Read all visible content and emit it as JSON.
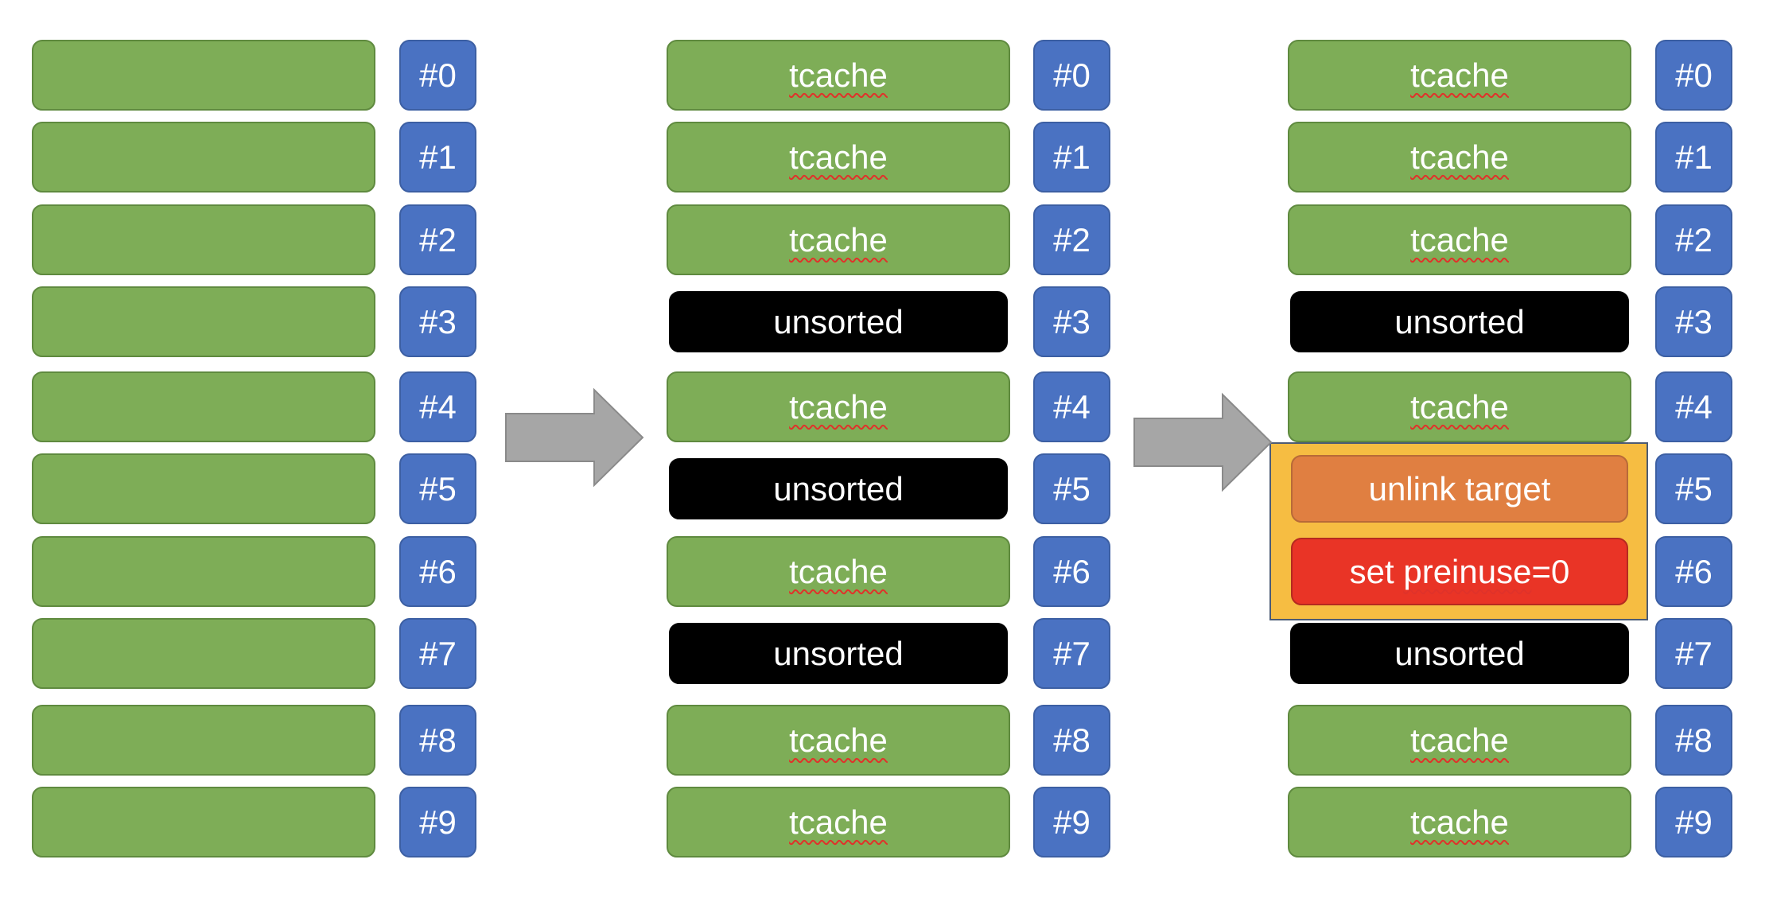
{
  "colors": {
    "chunk_green": "#7ead57",
    "index_blue": "#4a72c2",
    "unsorted_black": "#000000",
    "unlink_orange": "#e07f41",
    "preinuse_red": "#e93426",
    "highlight_yellow": "#f6bd42",
    "arrow_gray": "#a6a6a6"
  },
  "index_labels": [
    "#0",
    "#1",
    "#2",
    "#3",
    "#4",
    "#5",
    "#6",
    "#7",
    "#8",
    "#9"
  ],
  "panel_1": {
    "chunks": [
      {
        "label": "",
        "kind": "green"
      },
      {
        "label": "",
        "kind": "green"
      },
      {
        "label": "",
        "kind": "green"
      },
      {
        "label": "",
        "kind": "green"
      },
      {
        "label": "",
        "kind": "green"
      },
      {
        "label": "",
        "kind": "green"
      },
      {
        "label": "",
        "kind": "green"
      },
      {
        "label": "",
        "kind": "green"
      },
      {
        "label": "",
        "kind": "green"
      },
      {
        "label": "",
        "kind": "green"
      }
    ]
  },
  "panel_2": {
    "chunks": [
      {
        "label": "tcache",
        "kind": "green"
      },
      {
        "label": "tcache",
        "kind": "green"
      },
      {
        "label": "tcache",
        "kind": "green"
      },
      {
        "label": "unsorted",
        "kind": "black"
      },
      {
        "label": "tcache",
        "kind": "green"
      },
      {
        "label": "unsorted",
        "kind": "black"
      },
      {
        "label": "tcache",
        "kind": "green"
      },
      {
        "label": "unsorted",
        "kind": "black"
      },
      {
        "label": "tcache",
        "kind": "green"
      },
      {
        "label": "tcache",
        "kind": "green"
      }
    ]
  },
  "panel_3": {
    "chunks": [
      {
        "label": "tcache",
        "kind": "green"
      },
      {
        "label": "tcache",
        "kind": "green"
      },
      {
        "label": "tcache",
        "kind": "green"
      },
      {
        "label": "unsorted",
        "kind": "black"
      },
      {
        "label": "tcache",
        "kind": "green"
      },
      {
        "label": "unlink target",
        "kind": "orange"
      },
      {
        "label": "set preinuse=0",
        "kind": "red"
      },
      {
        "label": "unsorted",
        "kind": "black"
      },
      {
        "label": "tcache",
        "kind": "green"
      },
      {
        "label": "tcache",
        "kind": "green"
      }
    ]
  }
}
